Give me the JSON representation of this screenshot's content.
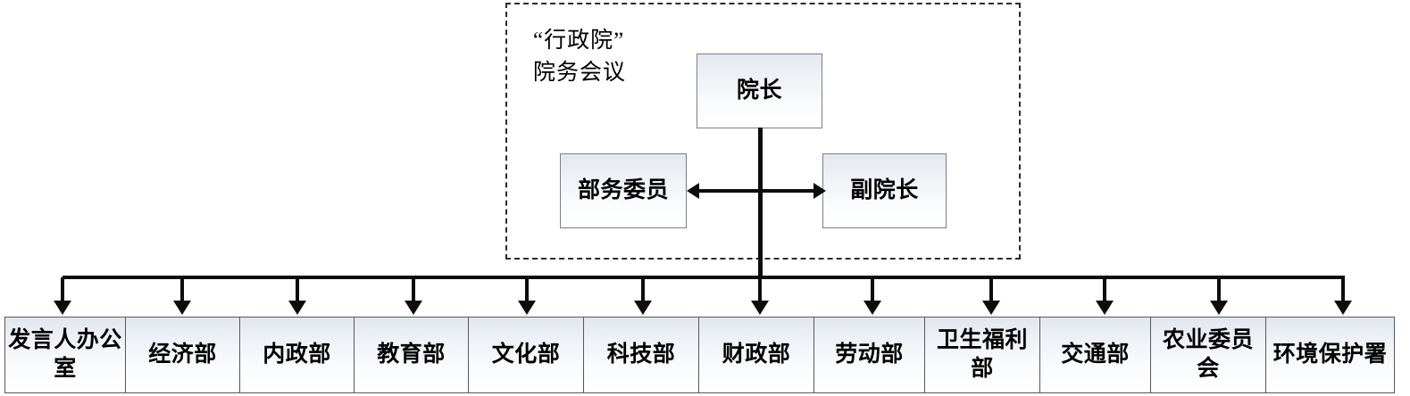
{
  "diagram": {
    "title_text": "“行政院”\n院务会议",
    "council": {
      "label": "“行政院”\n院务会议",
      "nodes": {
        "head": "院长",
        "member": "部务委员",
        "deputy": "副院长"
      }
    },
    "departments": [
      {
        "label": "发言人办公室",
        "width": 136
      },
      {
        "label": "经济部",
        "width": 129
      },
      {
        "label": "内政部",
        "width": 129
      },
      {
        "label": "教育部",
        "width": 129
      },
      {
        "label": "文化部",
        "width": 130
      },
      {
        "label": "科技部",
        "width": 130
      },
      {
        "label": "财政部",
        "width": 130
      },
      {
        "label": "劳动部",
        "width": 125
      },
      {
        "label": "卫生福利部",
        "width": 130
      },
      {
        "label": "交通部",
        "width": 125
      },
      {
        "label": "农业委员会",
        "width": 130
      },
      {
        "label": "环境保护署",
        "width": 145
      }
    ],
    "colors": {
      "box_border": "#7a7f87",
      "line": "#0d0d0d",
      "dashed_border": "#2b2b2b",
      "box_fill_top": "#e1e6ee",
      "box_fill_bottom": "#ffffff",
      "background": "#ffffff"
    },
    "connector_x_positions": [
      70,
      204,
      333,
      463,
      590,
      720,
      851,
      977,
      1110,
      1237,
      1365,
      1504
    ]
  }
}
